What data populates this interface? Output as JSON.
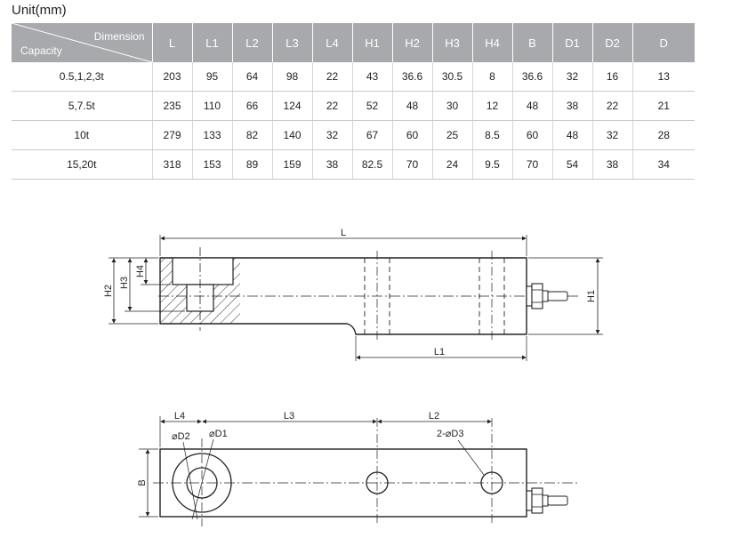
{
  "unit_label": "Unit(mm)",
  "table": {
    "header_dimension": "Dimension",
    "header_capacity": "Capacity",
    "columns": [
      "L",
      "L1",
      "L2",
      "L3",
      "L4",
      "H1",
      "H2",
      "H3",
      "H4",
      "B",
      "D1",
      "D2",
      "D"
    ],
    "rows": [
      {
        "capacity": "0.5,1,2,3t",
        "values": [
          "203",
          "95",
          "64",
          "98",
          "22",
          "43",
          "36.6",
          "30.5",
          "8",
          "36.6",
          "32",
          "16",
          "13"
        ]
      },
      {
        "capacity": "5,7.5t",
        "values": [
          "235",
          "110",
          "66",
          "124",
          "22",
          "52",
          "48",
          "30",
          "12",
          "48",
          "38",
          "22",
          "21"
        ]
      },
      {
        "capacity": "10t",
        "values": [
          "279",
          "133",
          "82",
          "140",
          "32",
          "67",
          "60",
          "25",
          "8.5",
          "60",
          "48",
          "32",
          "28"
        ]
      },
      {
        "capacity": "15,20t",
        "values": [
          "318",
          "153",
          "89",
          "159",
          "38",
          "82.5",
          "70",
          "24",
          "9.5",
          "70",
          "54",
          "38",
          "34"
        ]
      }
    ]
  },
  "drawing_labels": {
    "L": "L",
    "L1": "L1",
    "L2": "L2",
    "L3": "L3",
    "L4": "L4",
    "H1": "H1",
    "H2": "H2",
    "H3": "H3",
    "H4": "H4",
    "B": "B",
    "D1": "⌀D1",
    "D2": "⌀D2",
    "D3": "2-⌀D3"
  }
}
